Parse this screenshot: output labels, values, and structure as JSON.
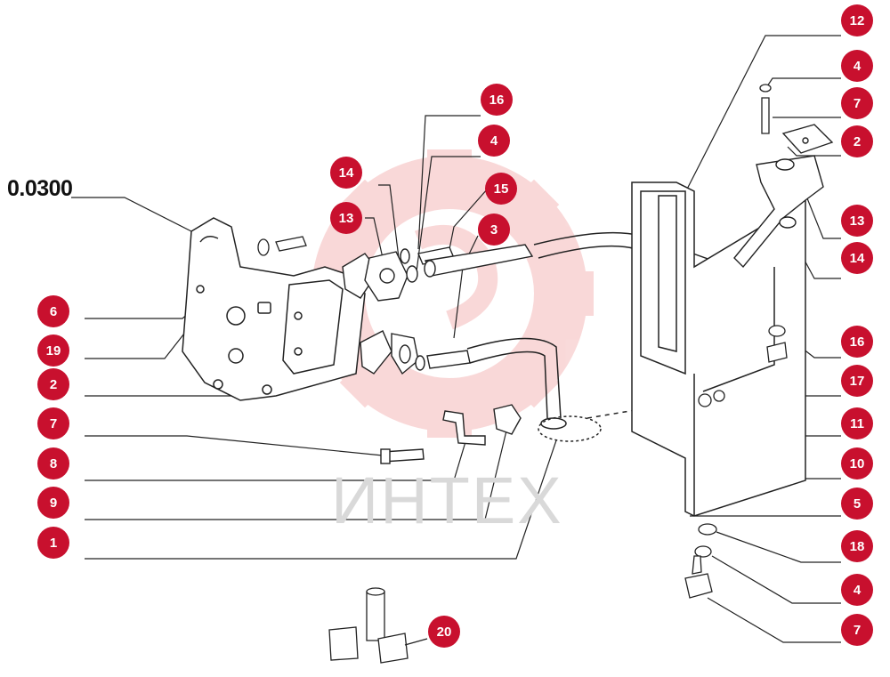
{
  "diagram": {
    "code_label": "0.0300",
    "watermark_text": "ИНТЕХ",
    "accent_color": "#c8102e",
    "callouts": [
      {
        "id": "c-12",
        "label": "12"
      },
      {
        "id": "c-4a",
        "label": "4"
      },
      {
        "id": "c-7a",
        "label": "7"
      },
      {
        "id": "c-2a",
        "label": "2"
      },
      {
        "id": "c-13a",
        "label": "13"
      },
      {
        "id": "c-14a",
        "label": "14"
      },
      {
        "id": "c-16a",
        "label": "16"
      },
      {
        "id": "c-17",
        "label": "17"
      },
      {
        "id": "c-11",
        "label": "11"
      },
      {
        "id": "c-10",
        "label": "10"
      },
      {
        "id": "c-5",
        "label": "5"
      },
      {
        "id": "c-18",
        "label": "18"
      },
      {
        "id": "c-4b",
        "label": "4"
      },
      {
        "id": "c-7b",
        "label": "7"
      },
      {
        "id": "c-16b",
        "label": "16"
      },
      {
        "id": "c-4c",
        "label": "4"
      },
      {
        "id": "c-15",
        "label": "15"
      },
      {
        "id": "c-14b",
        "label": "14"
      },
      {
        "id": "c-13b",
        "label": "13"
      },
      {
        "id": "c-3",
        "label": "3"
      },
      {
        "id": "c-6",
        "label": "6"
      },
      {
        "id": "c-19",
        "label": "19"
      },
      {
        "id": "c-2b",
        "label": "2"
      },
      {
        "id": "c-7c",
        "label": "7"
      },
      {
        "id": "c-8",
        "label": "8"
      },
      {
        "id": "c-9",
        "label": "9"
      },
      {
        "id": "c-1",
        "label": "1"
      },
      {
        "id": "c-20",
        "label": "20"
      }
    ]
  }
}
